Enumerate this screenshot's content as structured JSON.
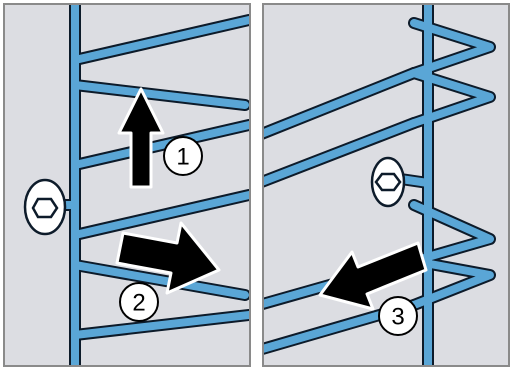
{
  "panels": [
    {
      "steps": [
        {
          "number": "1",
          "arrow": "up"
        },
        {
          "number": "2",
          "arrow": "right"
        }
      ]
    },
    {
      "steps": [
        {
          "number": "3",
          "arrow": "down-left"
        }
      ]
    }
  ],
  "colors": {
    "background": "#dcdde2",
    "rail": "#5aa6d6",
    "outline": "#0d1b2a",
    "arrow": "#000000",
    "border": "#8a8a8a"
  }
}
